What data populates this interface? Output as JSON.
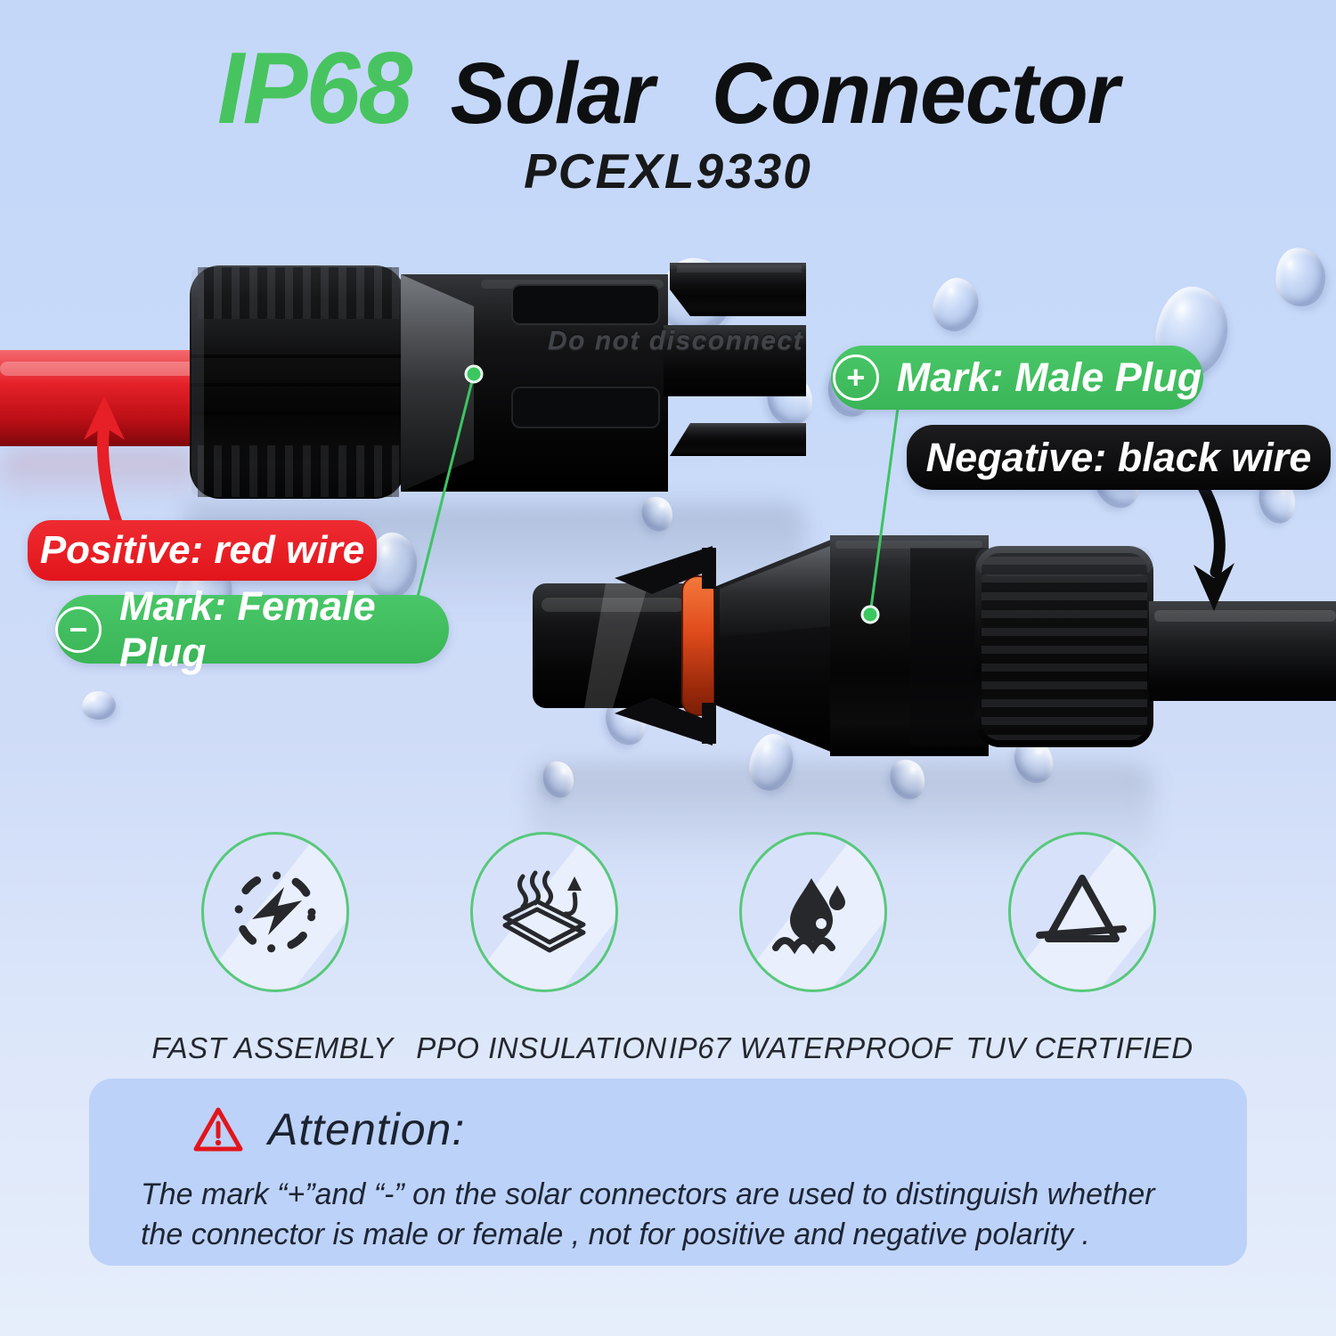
{
  "title": {
    "ip_rating": "IP68",
    "product": "Solar Connector",
    "model": "PCEXL9330"
  },
  "connectors": {
    "female": {
      "wire_label": "Positive: red wire",
      "mark_label": "Mark: Female Plug",
      "mark_symbol": "−",
      "embossed_text": "Do not disconnect"
    },
    "male": {
      "wire_label": "Negative: black wire",
      "mark_label": "Mark: Male Plug",
      "mark_symbol": "+"
    }
  },
  "features": [
    {
      "label": "FAST ASSEMBLY",
      "icon": "fast-assembly-icon"
    },
    {
      "label": "PPO INSULATION",
      "icon": "ppo-insulation-icon"
    },
    {
      "label": "IP67 WATERPROOF",
      "icon": "waterproof-icon"
    },
    {
      "label": "TUV CERTIFIED",
      "icon": "tuv-certified-icon"
    }
  ],
  "attention": {
    "heading": "Attention:",
    "body_line1": "The mark “+”and “-” on the solar connectors are used to distinguish whether",
    "body_line2": "the connector is male or female , not for positive and negative polarity ."
  },
  "colors": {
    "accent_green": "#3fc160",
    "accent_red": "#e8191f",
    "pill_black": "#0a0a0b",
    "oring_orange": "#e04b1c",
    "background_top": "#c5d7f9",
    "background_bottom": "#e6eefb",
    "attention_box_bg": "#bdd2f8"
  }
}
